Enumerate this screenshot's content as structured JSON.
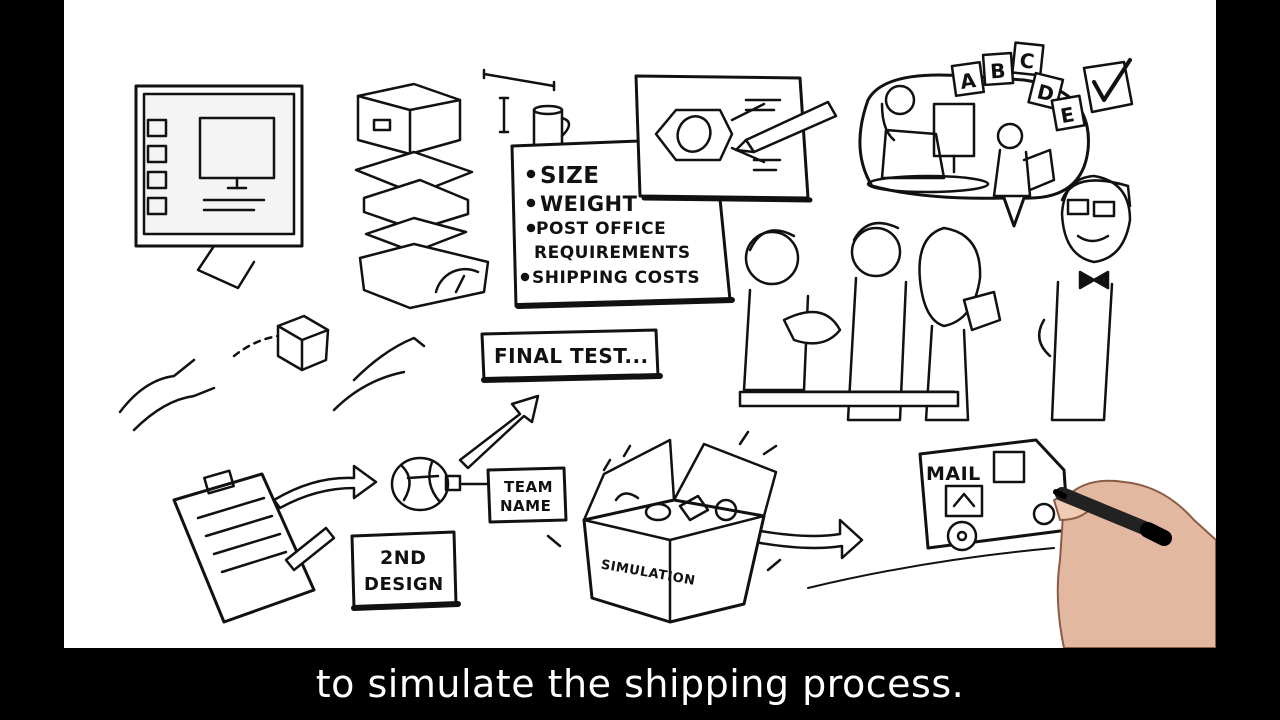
{
  "checklist": {
    "items": [
      "SIZE",
      "WEIGHT",
      "POST OFFICE",
      "REQUIREMENTS",
      "SHIPPING COSTS"
    ]
  },
  "labels": {
    "final_test": "FINAL TEST...",
    "team_name_line1": "TEAM",
    "team_name_line2": "NAME",
    "second_design_line1": "2ND",
    "second_design_line2": "DESIGN",
    "simulation": "SIMULATION",
    "mail": "MAIL"
  },
  "letter_cards": [
    "A",
    "B",
    "C",
    "D",
    "E"
  ],
  "subtitle": "to simulate the shipping process.",
  "colors": {
    "letterbox": "#000000",
    "paper": "#ffffff",
    "ink": "#111111",
    "subtitle_text": "#ffffff"
  }
}
